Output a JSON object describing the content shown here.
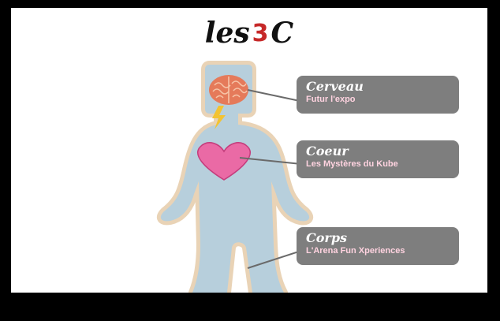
{
  "title": {
    "prefix": "les",
    "number": "3",
    "letter": "C"
  },
  "labels": [
    {
      "name": "Cerveau",
      "subtitle": "Futur l'expo"
    },
    {
      "name": "Coeur",
      "subtitle": "Les Mystères du Kube"
    },
    {
      "name": "Corps",
      "subtitle": "L'Arena Fun Xperiences"
    }
  ],
  "colors": {
    "body_fill": "#b7cfdc",
    "body_outline": "#e9d3b6",
    "brain": "#e57a5a",
    "heart": "#ea6aa5",
    "bolt": "#f3c332",
    "label_bg": "#7e7e7e",
    "label_sub": "#ffd3e0",
    "title_accent": "#c62828"
  },
  "icons": [
    "brain-icon",
    "heart-icon",
    "lightning-icon"
  ]
}
